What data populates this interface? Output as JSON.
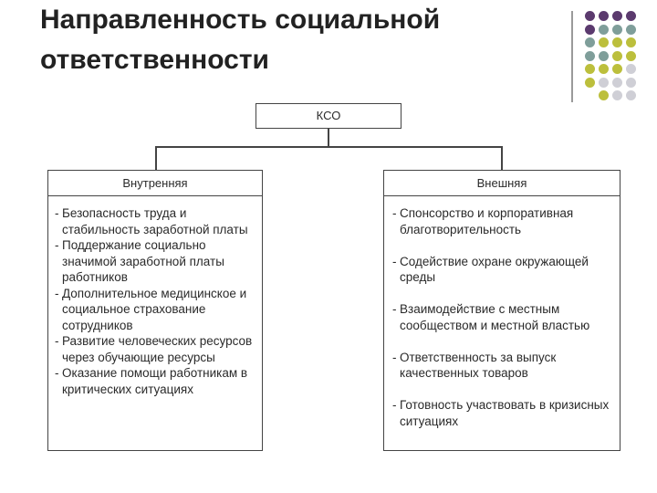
{
  "title": {
    "line1": "Направленность социальной",
    "line2": "ответственности"
  },
  "decoration": {
    "colors": {
      "purple": "#5b3a6e",
      "teal": "#7f9e9a",
      "olive": "#bcbf3c",
      "gray": "#cfcfd6"
    }
  },
  "diagram": {
    "root": "КСО",
    "internal": {
      "header": "Внутренняя",
      "items": [
        "Безопасность труда и стабильность заработной платы",
        "Поддержание социально значимой заработной платы работников",
        "Дополнительное медицинское и социальное страхование сотрудников",
        "Развитие человеческих ресурсов через обучающие ресурсы",
        "Оказание помощи работникам в критических ситуациях"
      ]
    },
    "external": {
      "header": "Внешняя",
      "items": [
        "Спонсорство и корпоративная благотворительность",
        "Содействие охране окружающей среды",
        "Взаимодействие с местным сообществом и местной властью",
        "Ответственность за выпуск качественных товаров",
        "Готовность участвовать в кризисных ситуациях"
      ]
    }
  }
}
